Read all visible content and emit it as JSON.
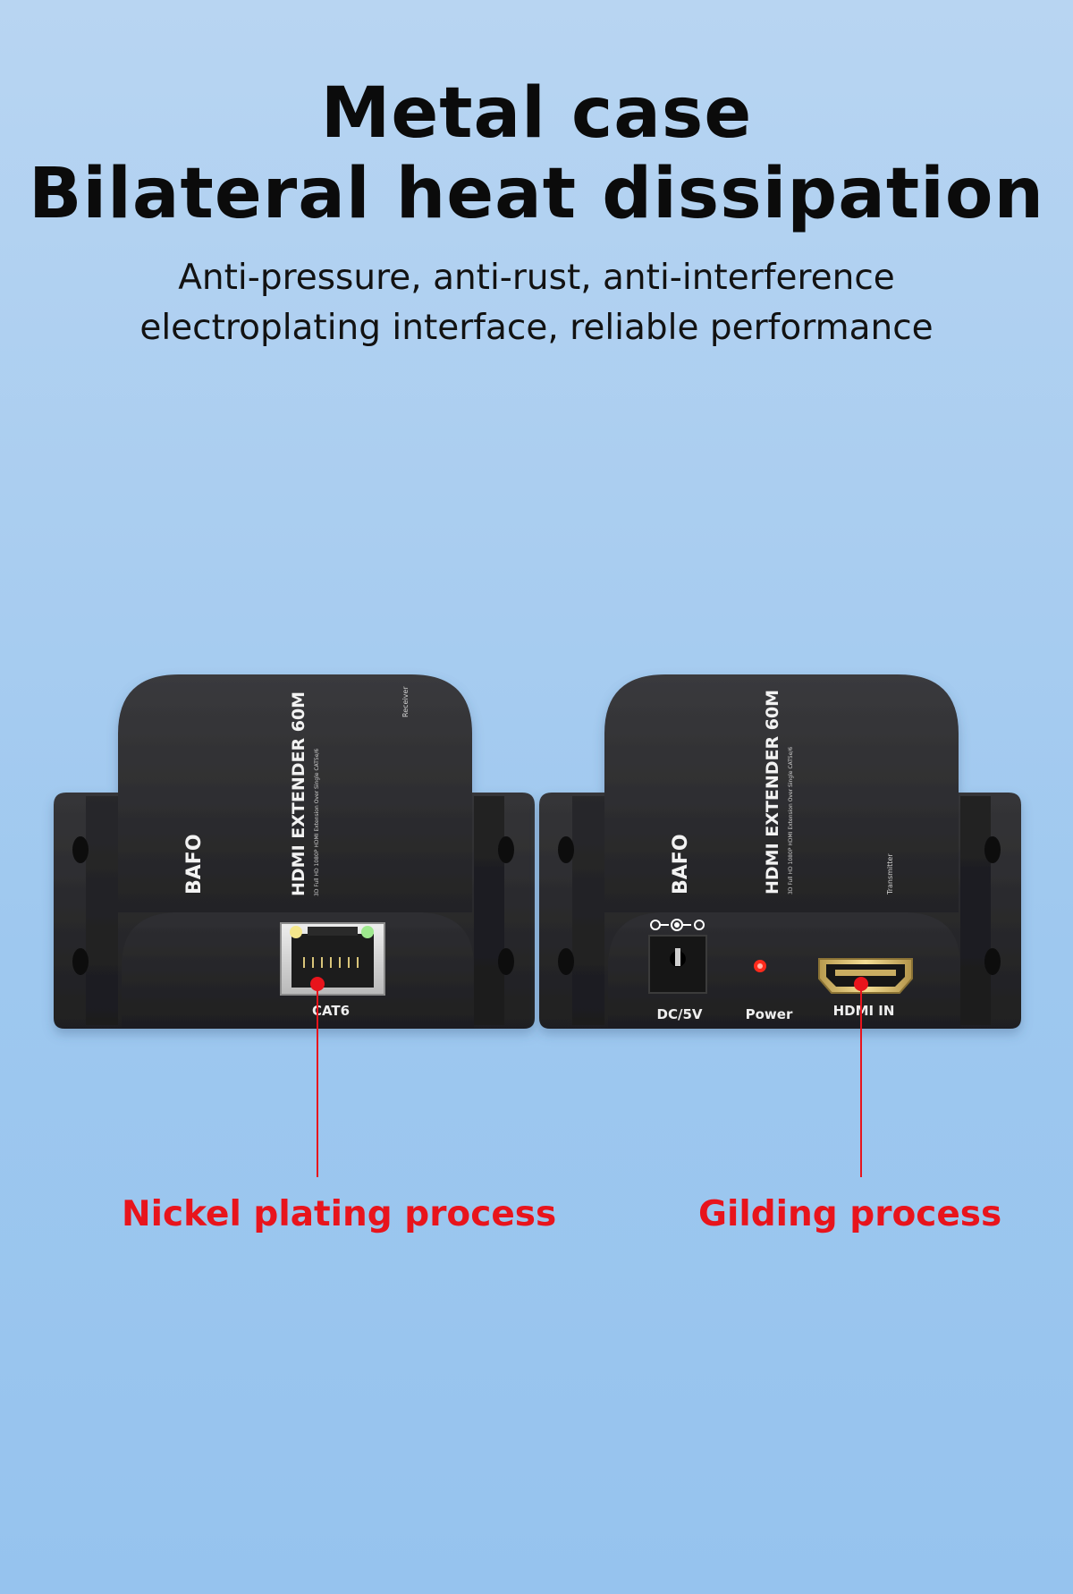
{
  "heading": {
    "line1": "Metal case",
    "line2": "Bilateral heat dissipation"
  },
  "subheading": {
    "line1": "Anti-pressure, anti-rust, anti-interference",
    "line2": "electroplating interface, reliable performance"
  },
  "receiver": {
    "brand": "BAFO",
    "model": "HDMI EXTENDER 60M",
    "tagline": "3D Full HD 1080P HDMI Extension Over Single CAT5e/6",
    "role": "Receiver",
    "port_label": "CAT6"
  },
  "transmitter": {
    "brand": "BAFO",
    "model": "HDMI EXTENDER 60M",
    "tagline": "3D Full HD 1080P HDMI Extension Over Single CAT5e/6",
    "role": "Transmitter",
    "dc_label": "DC/5V",
    "power_label": "Power",
    "hdmi_label": "HDMI IN"
  },
  "callouts": {
    "left": "Nickel plating process",
    "right": "Gilding process"
  },
  "colors": {
    "accent": "#e8141c",
    "case": "#2a2a2c",
    "background": "#a9cdf0"
  }
}
